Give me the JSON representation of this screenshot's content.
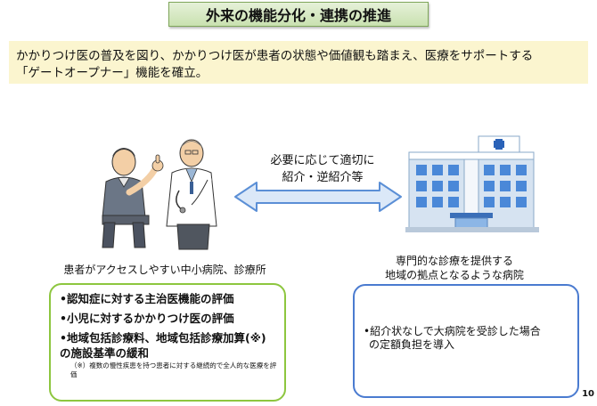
{
  "slide": {
    "title": "外来の機能分化・連携の推進",
    "intro_line1": "かかりつけ医の普及を図り、かかりつけ医が患者の状態や価値観も踏まえ、医療をサポートする",
    "intro_line2": "「ゲートオープナー」機能を確立。",
    "arrow_label_line1": "必要に応じて適切に",
    "arrow_label_line2": "紹介・逆紹介等",
    "clinic_caption": "患者がアクセスしやすい中小病院、診療所",
    "hospital_caption_line1": "専門的な診療を提供する",
    "hospital_caption_line2": "地域の拠点となるような病院",
    "clinic_items": [
      "•認知症に対する主治医機能の評価",
      "•小児に対するかかりつけ医の評価",
      "•地域包括診療料、地域包括診療加算(※)の施設基準の緩和"
    ],
    "clinic_note": "（※）複数の慢性疾患を持つ患者に対する継続的で全人的な医療を評価",
    "hospital_item_line1": "•紹介状なしで大病院を受診した場合",
    "hospital_item_line2": "の定額負担を導入",
    "page_number": "10"
  },
  "colors": {
    "title_fill": "#d4e8c0",
    "intro_fill": "#fbf5cf",
    "clinic_border": "#8dc63f",
    "hospital_border": "#4a7bd0",
    "arrow_fill": "#dbe8f8",
    "arrow_stroke": "#5b8fd6"
  },
  "icons": {
    "doctors": "doctor-consulting-patient-illustration",
    "hospital": "hospital-building-illustration",
    "arrow": "double-headed-arrow"
  }
}
